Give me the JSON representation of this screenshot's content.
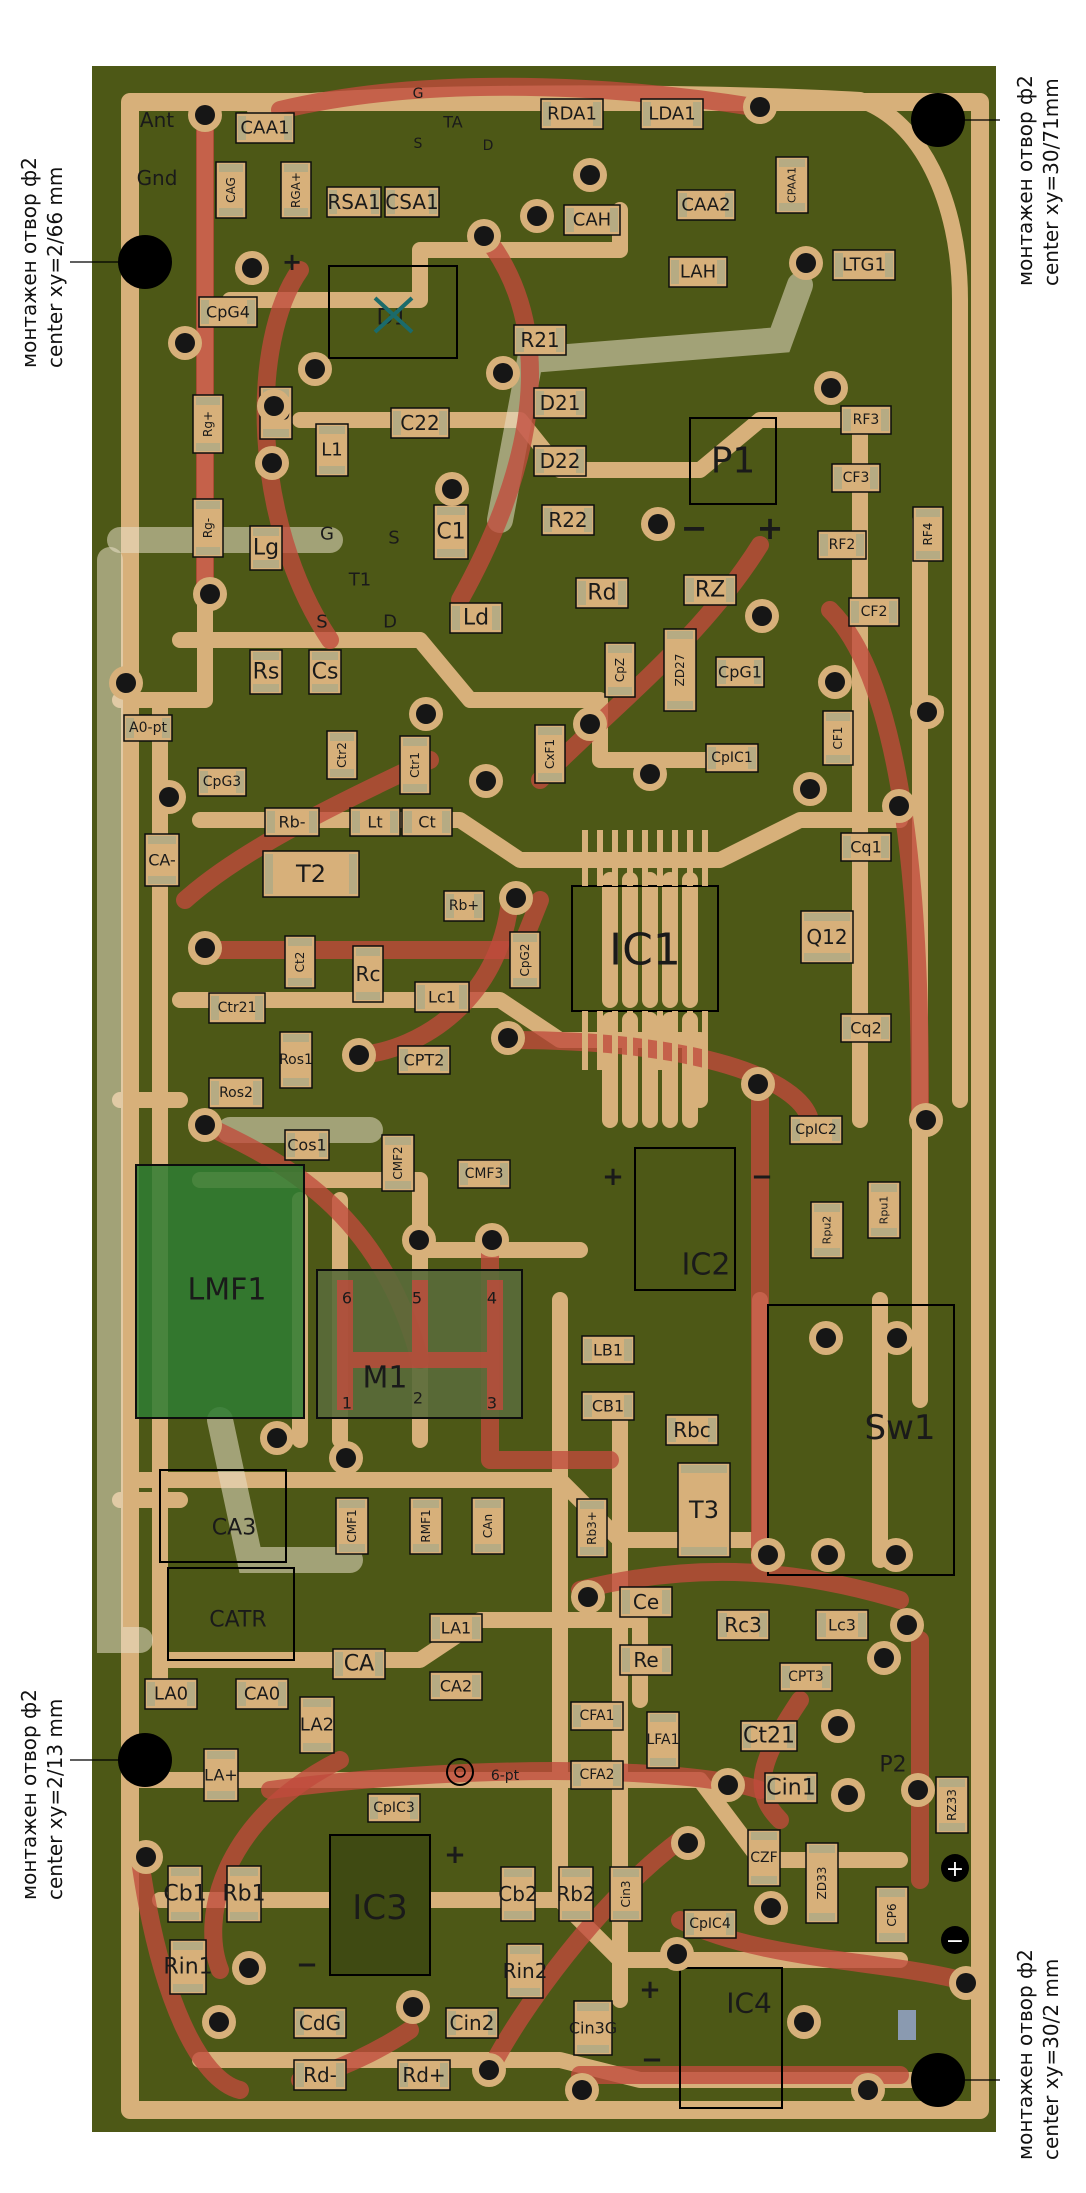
{
  "side_notes": {
    "top_left": {
      "line1": "монтажен отвор ф2",
      "line2": "center xy=2/66 mm"
    },
    "top_right": {
      "line1": "монтажен отвор ф2",
      "line2": "center xy=30/71mm"
    },
    "bottom_left": {
      "line1": "монтажен отвор ф2",
      "line2": "center xy=2/13 mm"
    },
    "bottom_right": {
      "line1": "монтажен отвор ф2",
      "line2": "center xy=30/2 mm"
    }
  },
  "colors": {
    "board": "#4d5816",
    "copper": "#d7b07a",
    "trace_red": "#c04a3c",
    "pad_dark": "#161616",
    "silk": "#111111",
    "highlight": "#e9e0c8",
    "green_block": "#2f7d32"
  },
  "components": [
    {
      "id": "Ant",
      "t": "Ant"
    },
    {
      "id": "Gnd",
      "t": "Gnd"
    },
    {
      "id": "CAA1",
      "t": "CAA1"
    },
    {
      "id": "CAG",
      "t": "CAG"
    },
    {
      "id": "RGA",
      "t": "RGA+"
    },
    {
      "id": "RSA1",
      "t": "RSA1"
    },
    {
      "id": "CSA1",
      "t": "CSA1"
    },
    {
      "id": "TA",
      "t": "TA"
    },
    {
      "id": "RDA1",
      "t": "RDA1"
    },
    {
      "id": "LDA1",
      "t": "LDA1"
    },
    {
      "id": "CAH",
      "t": "CAH"
    },
    {
      "id": "CAA2",
      "t": "CAA2"
    },
    {
      "id": "CPAA",
      "t": "CPAA1"
    },
    {
      "id": "LAH",
      "t": "LAH"
    },
    {
      "id": "LTG1",
      "t": "LTG1"
    },
    {
      "id": "CpG4",
      "t": "CpG4"
    },
    {
      "id": "D1",
      "t": "D1"
    },
    {
      "id": "R21",
      "t": "R21"
    },
    {
      "id": "D21",
      "t": "D21"
    },
    {
      "id": "D22",
      "t": "D22"
    },
    {
      "id": "C22",
      "t": "C22"
    },
    {
      "id": "Co",
      "t": "Co"
    },
    {
      "id": "L1",
      "t": "L1"
    },
    {
      "id": "Rgp",
      "t": "Rg+"
    },
    {
      "id": "Rgm",
      "t": "Rg-"
    },
    {
      "id": "Lg",
      "t": "Lg"
    },
    {
      "id": "C1",
      "t": "C1"
    },
    {
      "id": "R22",
      "t": "R22"
    },
    {
      "id": "P1",
      "t": "P1"
    },
    {
      "id": "RF3",
      "t": "RF3"
    },
    {
      "id": "CF3",
      "t": "CF3"
    },
    {
      "id": "RF2",
      "t": "RF2"
    },
    {
      "id": "RF4",
      "t": "RF4"
    },
    {
      "id": "T1",
      "t": "T1"
    },
    {
      "id": "Ld",
      "t": "Ld"
    },
    {
      "id": "Rd",
      "t": "Rd"
    },
    {
      "id": "RZ",
      "t": "RZ"
    },
    {
      "id": "CF2",
      "t": "CF2"
    },
    {
      "id": "Rs",
      "t": "Rs"
    },
    {
      "id": "Cs",
      "t": "Cs"
    },
    {
      "id": "CpZ",
      "t": "CpZ"
    },
    {
      "id": "ZD27",
      "t": "ZD27"
    },
    {
      "id": "CpG1",
      "t": "CpG1"
    },
    {
      "id": "A0pt",
      "t": "A0-pt"
    },
    {
      "id": "Ctr2",
      "t": "Ctr2"
    },
    {
      "id": "Ctr1",
      "t": "Ctr1"
    },
    {
      "id": "CxF1",
      "t": "CxF1"
    },
    {
      "id": "CF1",
      "t": "CF1"
    },
    {
      "id": "CpIC1",
      "t": "CpIC1"
    },
    {
      "id": "CpG3",
      "t": "CpG3"
    },
    {
      "id": "Rbm",
      "t": "Rb-"
    },
    {
      "id": "Lt",
      "t": "Lt"
    },
    {
      "id": "Ct",
      "t": "Ct"
    },
    {
      "id": "Cq1",
      "t": "Cq1"
    },
    {
      "id": "CAm",
      "t": "CA-"
    },
    {
      "id": "T2",
      "t": "T2"
    },
    {
      "id": "Rbp",
      "t": "Rb+"
    },
    {
      "id": "IC1",
      "t": "IC1"
    },
    {
      "id": "Q12",
      "t": "Q12"
    },
    {
      "id": "Ct2",
      "t": "Ct2"
    },
    {
      "id": "Rc",
      "t": "Rc"
    },
    {
      "id": "CpG2",
      "t": "CpG2"
    },
    {
      "id": "Ctr21",
      "t": "Ctr21"
    },
    {
      "id": "Lc1",
      "t": "Lc1"
    },
    {
      "id": "Cq2",
      "t": "Cq2"
    },
    {
      "id": "Ros1",
      "t": "Ros1"
    },
    {
      "id": "CPT2",
      "t": "CPT2"
    },
    {
      "id": "Ros2",
      "t": "Ros2"
    },
    {
      "id": "CpIC2",
      "t": "CpIC2"
    },
    {
      "id": "Cos1",
      "t": "Cos1"
    },
    {
      "id": "CMF2",
      "t": "CMF2"
    },
    {
      "id": "CMF3",
      "t": "CMF3"
    },
    {
      "id": "Rpu2",
      "t": "Rpu2"
    },
    {
      "id": "Rpu1",
      "t": "Rpu1"
    },
    {
      "id": "LMF1",
      "t": "LMF1"
    },
    {
      "id": "IC2",
      "t": "IC2"
    },
    {
      "id": "M1",
      "t": "M1"
    },
    {
      "id": "LB1",
      "t": "LB1"
    },
    {
      "id": "Sw1",
      "t": "Sw1"
    },
    {
      "id": "CB1",
      "t": "CB1"
    },
    {
      "id": "Rbc",
      "t": "Rbc"
    },
    {
      "id": "T3",
      "t": "T3"
    },
    {
      "id": "CA3",
      "t": "CA3"
    },
    {
      "id": "CMF1",
      "t": "CMF1"
    },
    {
      "id": "RMF1",
      "t": "RMF1"
    },
    {
      "id": "CAn",
      "t": "CAn"
    },
    {
      "id": "Rb3",
      "t": "Rb3+"
    },
    {
      "id": "Ce",
      "t": "Ce"
    },
    {
      "id": "CATR",
      "t": "CATR"
    },
    {
      "id": "Rc3",
      "t": "Rc3"
    },
    {
      "id": "Lc3",
      "t": "Lc3"
    },
    {
      "id": "LA1",
      "t": "LA1"
    },
    {
      "id": "Re",
      "t": "Re"
    },
    {
      "id": "CA",
      "t": "CA"
    },
    {
      "id": "CPT3",
      "t": "CPT3"
    },
    {
      "id": "LA0",
      "t": "LA0"
    },
    {
      "id": "CA0",
      "t": "CA0"
    },
    {
      "id": "CA2",
      "t": "CA2"
    },
    {
      "id": "CFA1",
      "t": "CFA1"
    },
    {
      "id": "LFA1",
      "t": "LFA1"
    },
    {
      "id": "Ct21",
      "t": "Ct21"
    },
    {
      "id": "LA2",
      "t": "LA2"
    },
    {
      "id": "P2",
      "t": "P2"
    },
    {
      "id": "LAp",
      "t": "LA+"
    },
    {
      "id": "sixpt",
      "t": "6-pt"
    },
    {
      "id": "CFA2",
      "t": "CFA2"
    },
    {
      "id": "Cin1",
      "t": "Cin1"
    },
    {
      "id": "CpIC3",
      "t": "CpIC3"
    },
    {
      "id": "RZ33",
      "t": "RZ33"
    },
    {
      "id": "Cb1",
      "t": "Cb1"
    },
    {
      "id": "Rb1",
      "t": "Rb1"
    },
    {
      "id": "IC3",
      "t": "IC3"
    },
    {
      "id": "CZF",
      "t": "CZF"
    },
    {
      "id": "ZD33",
      "t": "ZD33"
    },
    {
      "id": "Cb2",
      "t": "Cb2"
    },
    {
      "id": "Rb2",
      "t": "Rb2"
    },
    {
      "id": "Cin3",
      "t": "Cin3"
    },
    {
      "id": "CpIC4",
      "t": "CpIC4"
    },
    {
      "id": "CP6",
      "t": "CP6"
    },
    {
      "id": "Rin1",
      "t": "Rin1"
    },
    {
      "id": "Rin2",
      "t": "Rin2"
    },
    {
      "id": "IC4",
      "t": "IC4"
    },
    {
      "id": "CdG",
      "t": "CdG"
    },
    {
      "id": "Cin2",
      "t": "Cin2"
    },
    {
      "id": "Cin3G",
      "t": "Cin3G"
    },
    {
      "id": "Rdm",
      "t": "Rd-"
    },
    {
      "id": "Rdp",
      "t": "Rd+"
    }
  ],
  "pin_labels": [
    {
      "id": "TA_G",
      "t": "G"
    },
    {
      "id": "TA_S",
      "t": "S"
    },
    {
      "id": "TA_D",
      "t": "D"
    },
    {
      "id": "T1_G",
      "t": "G"
    },
    {
      "id": "T1_S",
      "t": "S"
    },
    {
      "id": "T1_S2",
      "t": "S"
    },
    {
      "id": "T1_S3",
      "t": "S"
    },
    {
      "id": "T1_D",
      "t": "D"
    },
    {
      "id": "M1_6",
      "t": "6"
    },
    {
      "id": "M1_5",
      "t": "5"
    },
    {
      "id": "M1_4",
      "t": "4"
    },
    {
      "id": "M1_1",
      "t": "1"
    },
    {
      "id": "M1_2",
      "t": "2"
    },
    {
      "id": "M1_3",
      "t": "3"
    }
  ],
  "polarity_marks": [
    {
      "id": "pm1",
      "t": "+"
    },
    {
      "id": "pm2",
      "t": "−"
    },
    {
      "id": "pm3",
      "t": "+"
    },
    {
      "id": "pm4",
      "t": "+"
    },
    {
      "id": "pm5",
      "t": "−"
    },
    {
      "id": "pm6",
      "t": "+"
    },
    {
      "id": "pm7",
      "t": "−"
    },
    {
      "id": "pm8",
      "t": "+"
    },
    {
      "id": "pm9",
      "t": "−"
    },
    {
      "id": "pm10",
      "t": "+"
    },
    {
      "id": "pm11",
      "t": "−"
    }
  ]
}
